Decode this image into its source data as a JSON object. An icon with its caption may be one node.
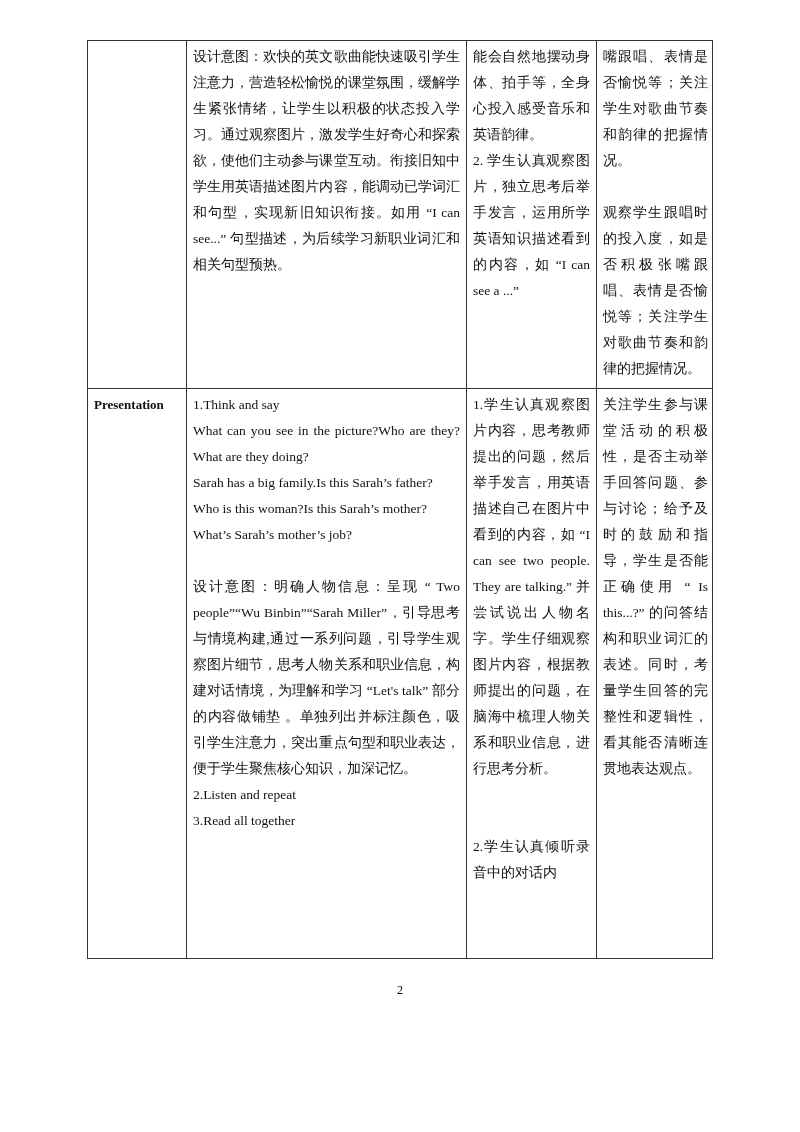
{
  "diagram": {
    "labels": [
      "设计意图：欢快的英文歌曲能快速吸引学生注意力，营造轻松愉悦的课堂氛围，缓解学生紧张情绪，让学生以积极的状态投入学习。通过观察图片，激发学生好奇心和探索欲，使他们主动参与课堂互动。衔接旧知中学生用英语描述图片内容，能调动已学词汇和句型，实现新旧知识衔接。如用 “I can see...” 句型描述，为后续学习新职业词汇和相关句型预热。",
      "能会自然地摆动身体、拍手等，全身心投入感受音乐和英语韵律。",
      "2. 学生认真观察图片，独立思考后举手发言，运用所学英语知识描述看到的内容，如 “I can see a ...”",
      "嘴跟唱、表情是否愉悦等；关注学生对歌曲节奏和韵律的把握情况。",
      "观察学生跟唱时的投入度，如是否积极张嘴跟唱、表情是否愉悦等；关注学生对歌曲节奏和韵律的把握情况。",
      "Presentation",
      "1.Think and say",
      "What can you see in the picture?Who are they?What are they doing?",
      "Sarah has a big family.Is this Sarah’s father?",
      "Who is this woman?Is this Sarah’s mother?",
      "What’s Sarah’s mother’s job?",
      "设计意图：明确人物信息：呈现 “ Two people”“Wu Binbin”“Sarah Miller”，引导思考与情境构建,通过一系列问题，引导学生观察图片细节，思考人物关系和职业信息，构建对话情境，为理解和学习 “Let's talk” 部分的内容做铺垫 。单独列出并标注颜色，吸引学生注意力，突出重点句型和职业表达，便于学生聚焦核心知识，加深记忆。",
      "2.Listen and repeat",
      "3.Read all together",
      "1.学生认真观察图片内容，思考教师提出的问题，然后举手发言，用英语描述自己在图片中看到的内容，如 “I can see two people. They are talking.” 并尝试说出人物名字。学生仔细观察图片内容，根据教师提出的问题，在脑海中梳理人物关系和职业信息，进行思考分析。",
      "2.学生认真倾听录音中的对话内",
      "关注学生参与课堂活动的积极性，是否主动举手回答问题、参与讨论；给予及时的鼓励和指导，学生是否能正确使用 “ Is this...?” 的问答结构和职业词汇的表述。同时，考量学生回答的完整性和逻辑性，看其能否清晰连贯地表达观点。",
      "2"
    ]
  }
}
